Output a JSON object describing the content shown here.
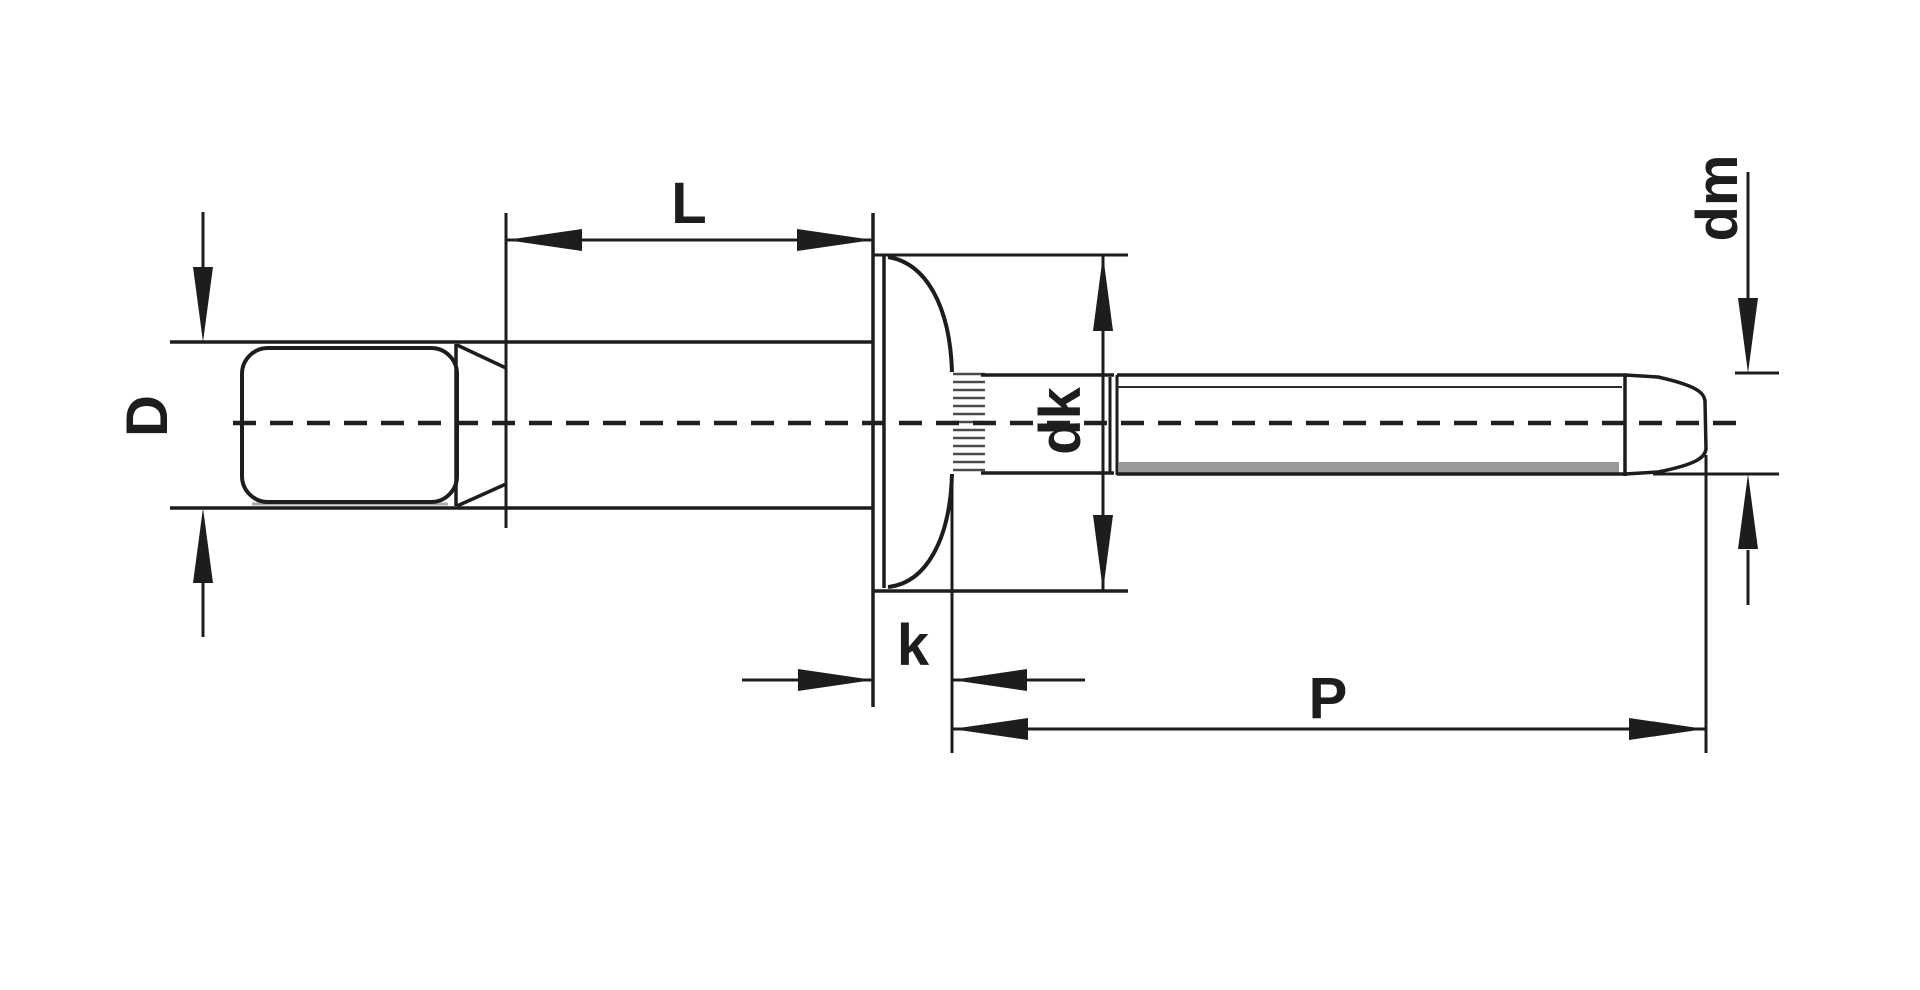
{
  "figure": {
    "dimension_labels": {
      "body_diameter": "D",
      "body_length": "L",
      "head_diameter": "dk",
      "head_thickness": "k",
      "mandrel_diameter": "dm",
      "mandrel_protrusion": "P"
    },
    "colors": {
      "ink": "#1d1d1d",
      "shading_gray": "#999999",
      "knurl_gray": "#4a4a4a",
      "background": "#ffffff"
    }
  }
}
